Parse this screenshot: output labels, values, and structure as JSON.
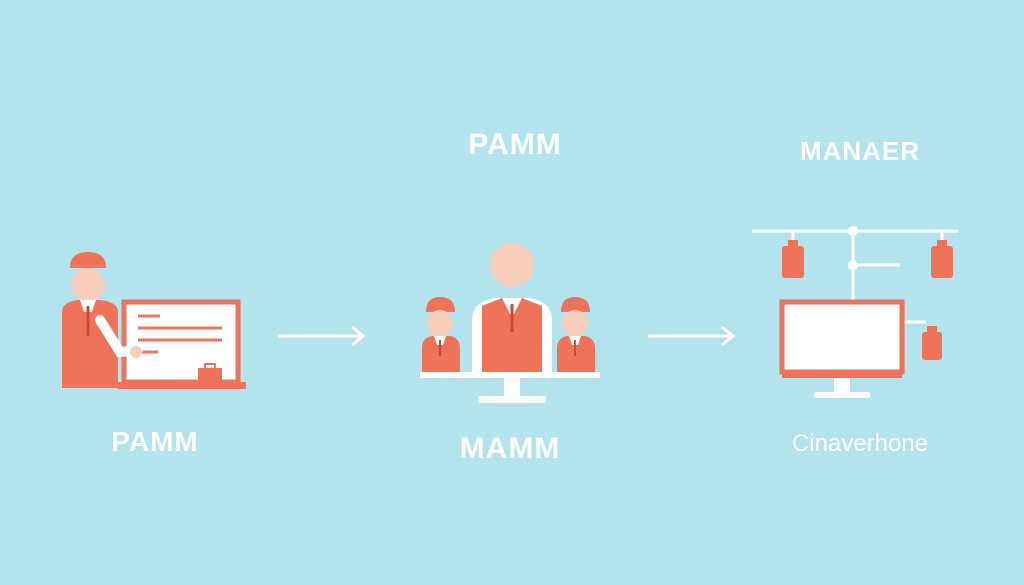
{
  "colors": {
    "background": "#b3e3ec",
    "accent": "#ee7358",
    "skin": "#f7cdbb",
    "white": "#ffffff"
  },
  "labels": {
    "top_mid": "PAMM",
    "top_right": "MANAER",
    "left": "PAMM",
    "middle": "MAMM",
    "right": "Cinaverhone"
  },
  "icons": {
    "left": "presenter-laptop-icon",
    "middle": "manager-team-icon",
    "right": "network-monitor-icon"
  }
}
